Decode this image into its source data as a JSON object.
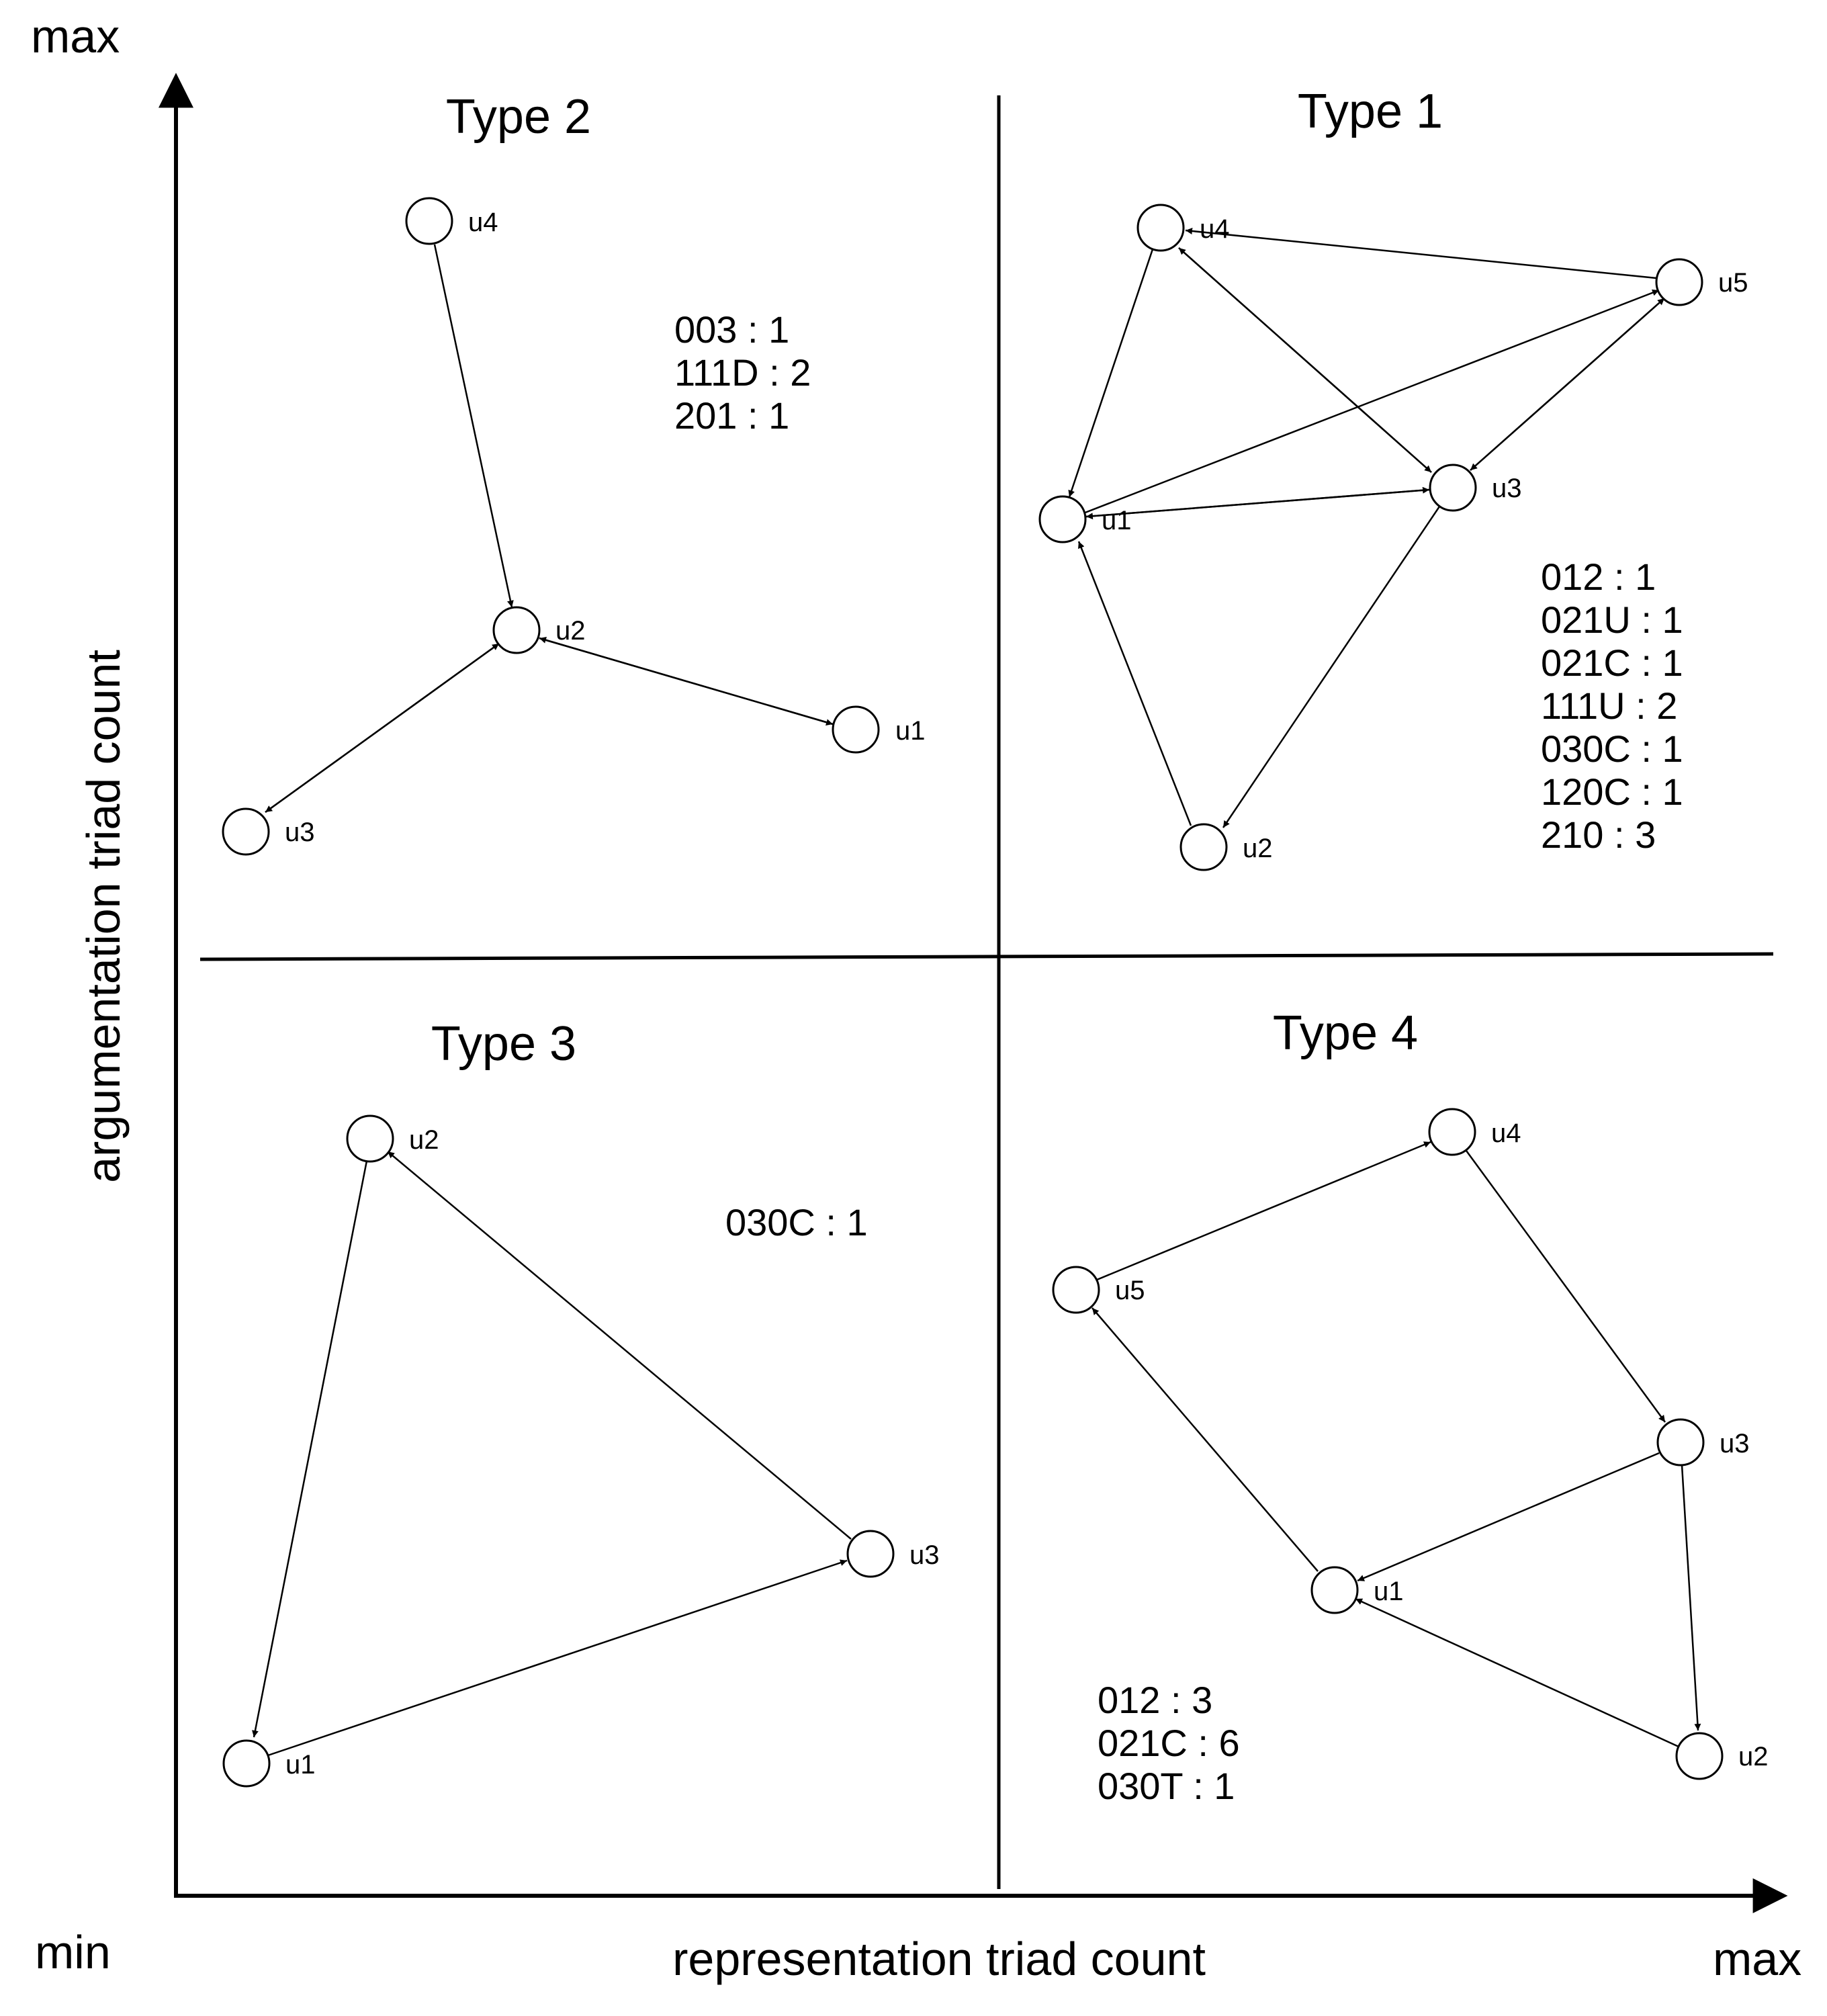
{
  "axes": {
    "y_max": "max",
    "y_label": "argumentation triad count",
    "origin_min": "min",
    "x_label": "representation triad count",
    "x_max": "max"
  },
  "quadrants": {
    "type2": {
      "title": "Type 2",
      "nodes": [
        "u4",
        "u2",
        "u1",
        "u3"
      ],
      "counts": [
        "003 : 1",
        "111D : 2",
        "201 : 1"
      ]
    },
    "type1": {
      "title": "Type 1",
      "nodes": [
        "u4",
        "u5",
        "u3",
        "u1",
        "u2"
      ],
      "counts": [
        "012 : 1",
        "021U : 1",
        "021C : 1",
        "111U : 2",
        "030C : 1",
        "120C : 1",
        "210 : 3"
      ]
    },
    "type3": {
      "title": "Type 3",
      "nodes": [
        "u2",
        "u3",
        "u1"
      ],
      "counts": [
        "030C : 1"
      ]
    },
    "type4": {
      "title": "Type 4",
      "nodes": [
        "u4",
        "u5",
        "u3",
        "u1",
        "u2"
      ],
      "counts": [
        "012 : 3",
        "021C : 6",
        "030T : 1"
      ]
    }
  },
  "colors": {
    "ink": "#000000",
    "node_fill": "#ffffff"
  }
}
